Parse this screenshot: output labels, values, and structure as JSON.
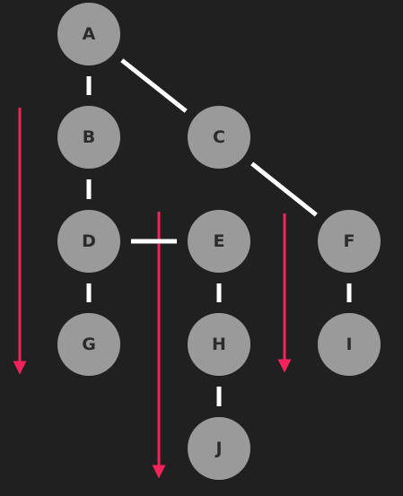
{
  "colors": {
    "background": "#202020",
    "node_fill": "#9a9a9a",
    "node_label": "#2b2b2b",
    "edge": "#ffffff",
    "arrow": "#f0245a"
  },
  "nodes": [
    {
      "id": "A",
      "label": "A"
    },
    {
      "id": "B",
      "label": "B"
    },
    {
      "id": "C",
      "label": "C"
    },
    {
      "id": "D",
      "label": "D"
    },
    {
      "id": "E",
      "label": "E"
    },
    {
      "id": "F",
      "label": "F"
    },
    {
      "id": "G",
      "label": "G"
    },
    {
      "id": "H",
      "label": "H"
    },
    {
      "id": "I",
      "label": "I"
    },
    {
      "id": "J",
      "label": "J"
    }
  ],
  "edges": [
    {
      "from": "A",
      "to": "B"
    },
    {
      "from": "A",
      "to": "C"
    },
    {
      "from": "B",
      "to": "D"
    },
    {
      "from": "C",
      "to": "F"
    },
    {
      "from": "D",
      "to": "E"
    },
    {
      "from": "D",
      "to": "G"
    },
    {
      "from": "E",
      "to": "H"
    },
    {
      "from": "F",
      "to": "I"
    },
    {
      "from": "H",
      "to": "J"
    }
  ],
  "arrows": [
    {
      "id": "arrow-1",
      "direction": "down"
    },
    {
      "id": "arrow-2",
      "direction": "down"
    },
    {
      "id": "arrow-3",
      "direction": "down"
    }
  ]
}
